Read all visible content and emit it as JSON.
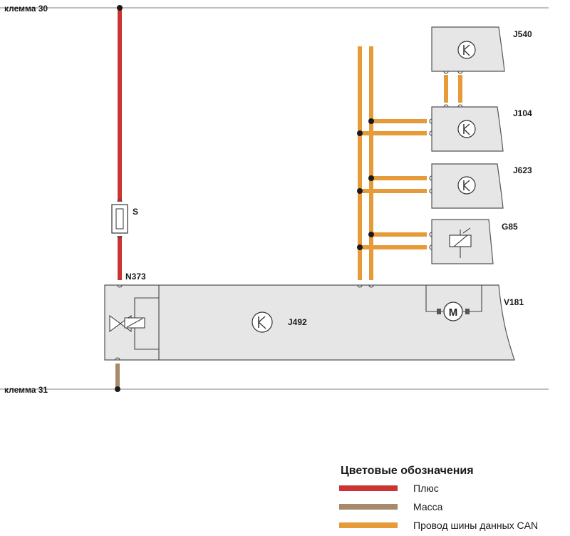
{
  "labels": {
    "terminal_30": "клемма 30",
    "terminal_31": "клемма 31",
    "fuse": "S",
    "n373": "N373",
    "j492": "J492",
    "v181": "V181",
    "j540": "J540",
    "j104": "J104",
    "j623": "J623",
    "g85": "G85"
  },
  "legend": {
    "title": "Цветовые обозначения",
    "items": [
      {
        "label": "Плюс",
        "color": "#cc3333"
      },
      {
        "label": "Масса",
        "color": "#a8896a"
      },
      {
        "label": "Провод шины данных CAN",
        "color": "#e69a38"
      }
    ]
  },
  "icons": {
    "transistor": "transistor-icon",
    "motor": "motor-icon",
    "valve": "valve-icon",
    "sensor": "sensor-icon"
  }
}
